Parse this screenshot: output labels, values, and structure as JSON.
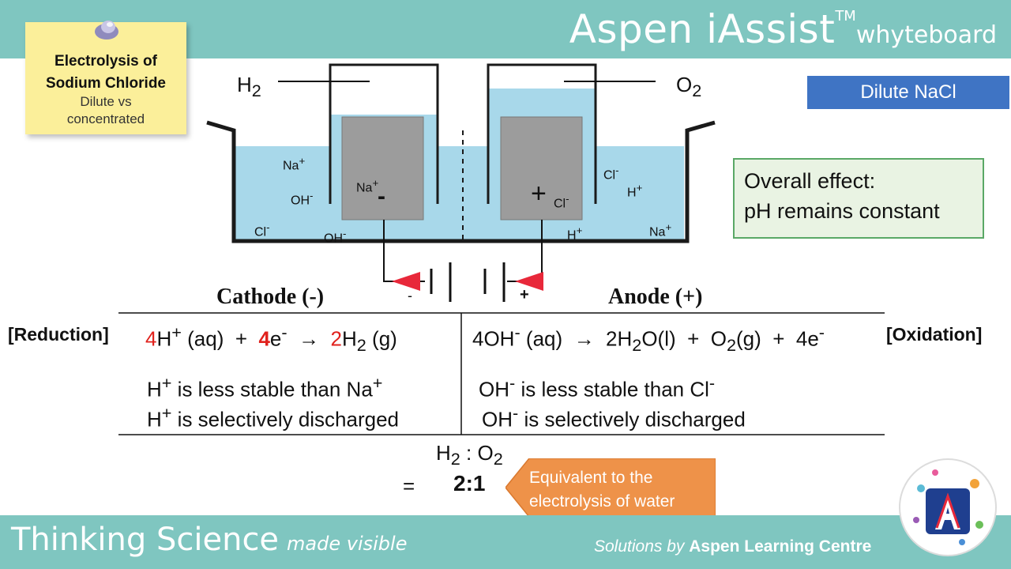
{
  "brand": {
    "name": "Aspen iAssist",
    "tm": "TM",
    "sub": "whyteboard"
  },
  "note": {
    "title1": "Electrolysis of",
    "title2": "Sodium Chloride",
    "sub1": "Dilute vs",
    "sub2": "concentrated"
  },
  "tag": "Dilute NaCl",
  "effect": {
    "line1": "Overall effect:",
    "line2": "pH remains  constant"
  },
  "diagram": {
    "h2_label": "H",
    "h2_sub": "2",
    "o2_label": "O",
    "o2_sub": "2",
    "electrode_minus": "-",
    "electrode_plus": "+",
    "battery_minus": "-",
    "battery_plus": "+",
    "ions": {
      "na_left": "Na",
      "na_left_sup": "+",
      "oh_left": "OH",
      "oh_left_sup": "-",
      "cl_left": "Cl",
      "cl_left_sup": "-",
      "oh_bottom": "OH",
      "oh_bottom_sup": "-",
      "na_cathode": "Na",
      "na_cathode_sup": "+",
      "cl_anode": "Cl",
      "cl_anode_sup": "-",
      "cl_right": "Cl",
      "cl_right_sup": "-",
      "h_right": "H",
      "h_right_sup": "+",
      "h_bottom": "H",
      "h_bottom_sup": "+",
      "na_right": "Na",
      "na_right_sup": "+"
    }
  },
  "cathode": {
    "heading": "Cathode (-)",
    "tag": "[Reduction]",
    "eq": {
      "c1": "4",
      "t1": "H",
      "s1": "+",
      "t2": " (aq)  +  ",
      "c2": "4",
      "t3": "e",
      "s2": "-",
      "t4": "  →  ",
      "c3": "2",
      "t5": "H",
      "sub1": "2",
      "t6": " (g)"
    },
    "note1": {
      "a": "H",
      "sup": "+",
      "b": " is less stable than Na",
      "sup2": "+"
    },
    "note2": {
      "a": "H",
      "sup": "+",
      "b": " is selectively discharged"
    }
  },
  "anode": {
    "heading": "Anode (+)",
    "tag": "[Oxidation]",
    "eq": {
      "t1": "4OH",
      "s1": "-",
      "t2": " (aq)  →  2H",
      "sub1": "2",
      "t3": "O(l)  +  O",
      "sub2": "2",
      "t4": "(g)  +  4e",
      "s2": "-"
    },
    "note1": {
      "a": "OH",
      "sup": "-",
      "b": " is less stable than Cl",
      "sup2": "-"
    },
    "note2": {
      "a": "OH",
      "sup": "-",
      "b": " is selectively discharged"
    }
  },
  "ratio": {
    "h": "H",
    "hsub": "2",
    "colon": " : O",
    "osub": "2",
    "eq": "=",
    "value": "2:1"
  },
  "callout": {
    "line1": "Equivalent to the",
    "line2": "electrolysis of water"
  },
  "footer": {
    "left_big": "Thinking Science",
    "left_small": "made visible",
    "right_a": "Solutions by ",
    "right_b": "Aspen Learning Centre"
  }
}
